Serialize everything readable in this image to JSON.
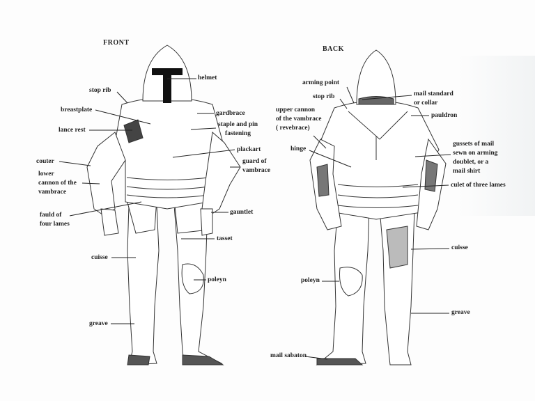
{
  "front": {
    "title": "FRONT",
    "labels": {
      "helmet": "helmet",
      "stop_rib": "stop rib",
      "breastplate": "breastplate",
      "lance_rest": "lance rest",
      "gardbrace": "gardbrace",
      "staple_1": "staple and pin",
      "staple_2": "fastening",
      "plackart": "plackart",
      "couter": "couter",
      "guard_1": "guard of",
      "guard_2": "vambrace",
      "lower_1": "lower",
      "lower_2": "cannon of the",
      "lower_3": "vambrace",
      "fauld_1": "fauld of",
      "fauld_2": "four lames",
      "gauntlet": "gauntlet",
      "tasset": "tasset",
      "cuisse": "cuisse",
      "poleyn": "poleyn",
      "greave": "greave"
    }
  },
  "back": {
    "title": "BACK",
    "labels": {
      "arming_point": "arming point",
      "stop_rib": "stop rib",
      "mail_1": "mail standard",
      "mail_2": "or collar",
      "upper_1": "upper cannon",
      "upper_2": "of the vambrace",
      "upper_3": "( revebrace)",
      "pauldron": "pauldron",
      "hinge": "hinge",
      "gussets_1": "gussets of mail",
      "gussets_2": "sewn on arming",
      "gussets_3": "doublet, or a",
      "gussets_4": "mail shirt",
      "culet": "culet of three lames",
      "cuisse": "cuisse",
      "poleyn": "poleyn",
      "greave": "greave",
      "sabaton": "mail sabaton"
    }
  }
}
